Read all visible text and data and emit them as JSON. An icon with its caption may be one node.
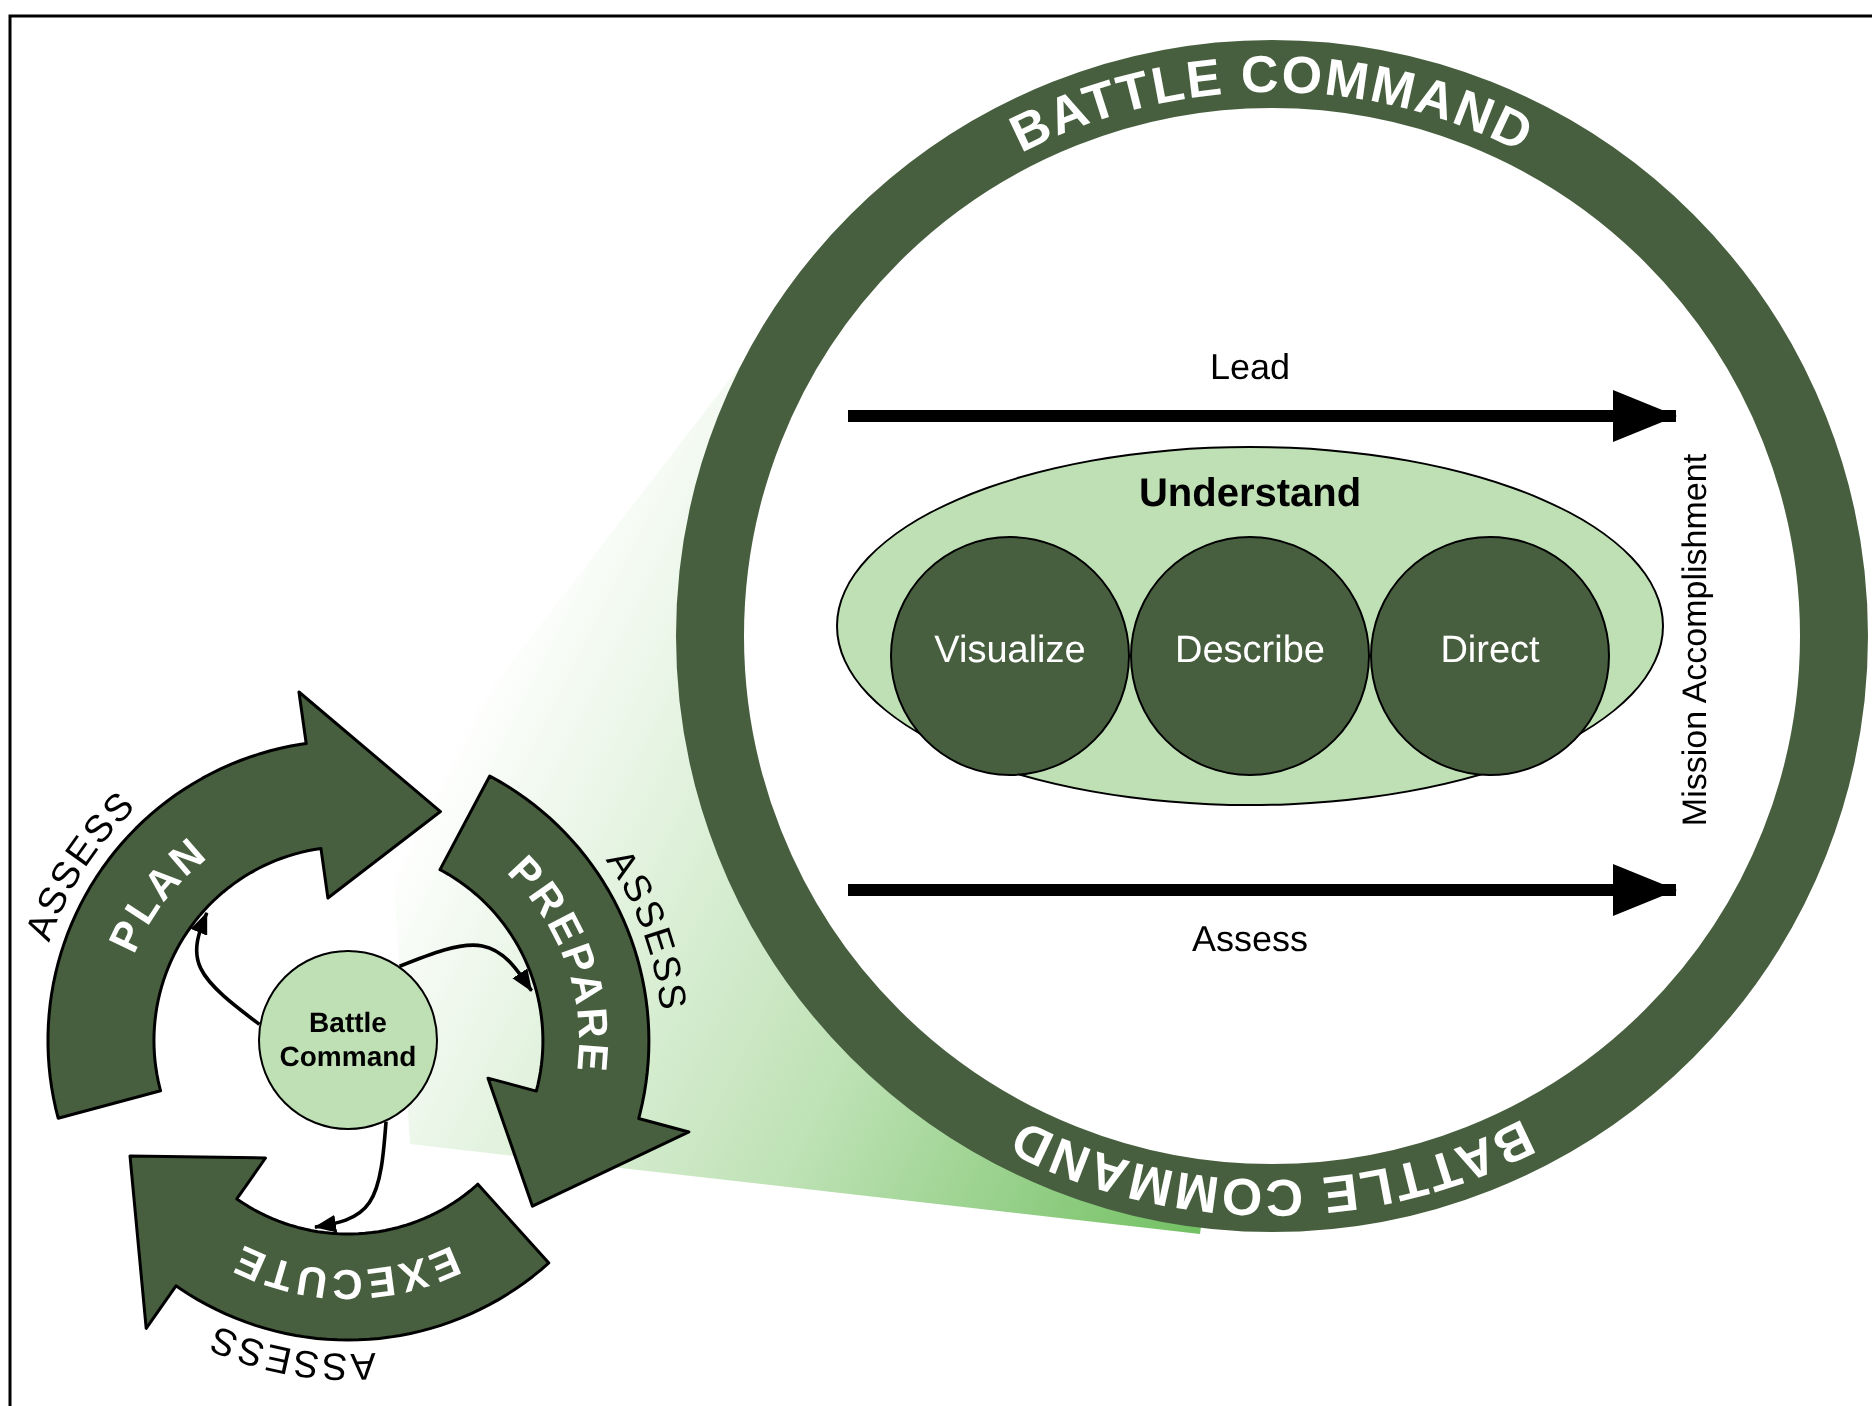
{
  "diagram": {
    "nodes": [
      {
        "text": [
          "BATTLE COMMAND",
          "BATTLE COMMAND"
        ]
      },
      {
        "text": [
          "Understand"
        ],
        "in": 0
      },
      {
        "text": [
          "Visualize"
        ],
        "in": 1
      },
      {
        "text": [
          "Describe"
        ],
        "in": 1
      },
      {
        "text": [
          "Direct"
        ],
        "in": 1
      },
      {
        "text": [
          "Mission Accomplishment"
        ],
        "in": 0
      },
      {
        "text": [
          "PLAN"
        ],
        "beside": [
          "ASSESS"
        ]
      },
      {
        "text": [
          "PREPARE"
        ],
        "beside": [
          "ASSESS"
        ]
      },
      {
        "text": [
          "EXECUTE"
        ],
        "beside": [
          "ASSESS"
        ]
      },
      {
        "text": [
          "Battle Command"
        ]
      }
    ],
    "edges": [
      {
        "from": null,
        "to": 5,
        "arrow": "to",
        "label": "Lead",
        "style": "thick"
      },
      {
        "from": null,
        "to": 5,
        "arrow": "to",
        "label": "Assess",
        "style": "thick"
      },
      {
        "from": 9,
        "to": 6,
        "arrow": "to"
      },
      {
        "from": 9,
        "to": 7,
        "arrow": "to"
      },
      {
        "from": 9,
        "to": 8,
        "arrow": "to"
      }
    ]
  }
}
